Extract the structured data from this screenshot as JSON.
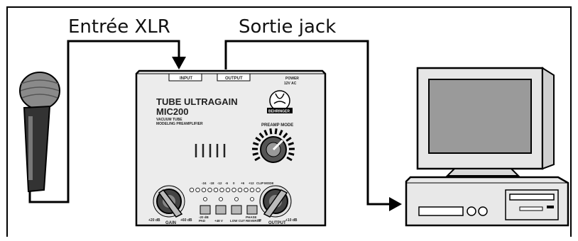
{
  "labels": {
    "input_cable": "Entrée XLR",
    "output_cable": "Sortie jack"
  },
  "device": {
    "brand_line1": "TUBE ULTRAGAIN",
    "model": "MIC200",
    "subtitle_line1": "VACUUM TUBE",
    "subtitle_line2": "MODELING PREAMPLIFIER",
    "logo_text": "BEHRINGER",
    "top_input_label": "INPUT",
    "top_output_label": "OUTPUT",
    "top_power_label1": "POWER",
    "top_power_label2": "12V AC",
    "preamp_mode_label": "PREAMP MODE",
    "gain_label": "GAIN",
    "gain_min": "+20 dB",
    "gain_max": "+60 dB",
    "output_label": "OUTPUT",
    "output_min": "-∞",
    "output_max": "+10 dB",
    "meter_scale": [
      "-24",
      "-18",
      "-12",
      "-6",
      "0",
      "+6",
      "+12",
      "CLIP",
      "MODE"
    ],
    "buttons": [
      {
        "top": "-20 dB",
        "bottom": "PAD"
      },
      {
        "top": "",
        "bottom": "+48 V"
      },
      {
        "top": "",
        "bottom": "LOW CUT"
      },
      {
        "top": "PHASE",
        "bottom": "REVERSE"
      }
    ]
  },
  "colors": {
    "line": "#000000",
    "panel": "#ececec",
    "knob": "#333333",
    "computer_screen": "#9a9a9a"
  }
}
